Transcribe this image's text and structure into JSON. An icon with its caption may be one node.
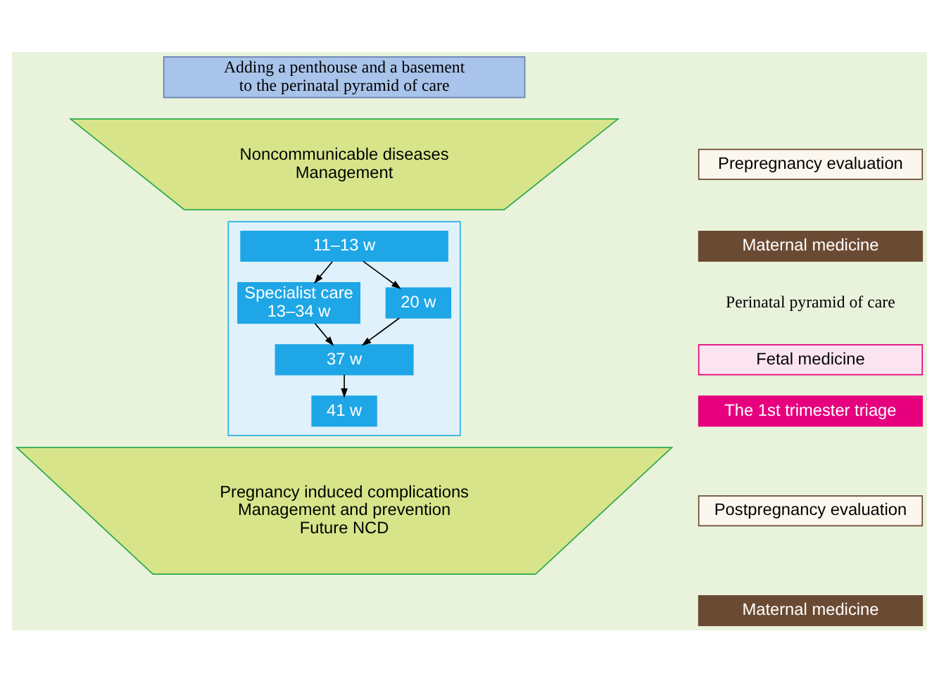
{
  "diagram": {
    "nodes": [
      {
        "text": [
          "Adding a penthouse and a basement to the perinatal pyramid of care"
        ]
      },
      {
        "text": [
          "Prepregnancy evaluation"
        ]
      },
      {
        "text": [
          "Maternal medicine"
        ]
      },
      {
        "text": [
          "Noncommunicable diseases Management"
        ]
      },
      {
        "text": [],
        "shape": "triangle"
      },
      {
        "text": [
          "11–13 w"
        ],
        "in": 4
      },
      {
        "text": [
          "Specialist care 13–34 w"
        ],
        "in": 4
      },
      {
        "text": [
          "20 w"
        ],
        "in": 4
      },
      {
        "text": [
          "37 w"
        ],
        "in": 4
      },
      {
        "text": [
          "41 w"
        ],
        "in": 4
      },
      {
        "text": [
          "Fetal medicine"
        ]
      },
      {
        "text": [
          "The 1st trimester triage"
        ]
      },
      {
        "text": [
          "Postpregnancy evaluation"
        ]
      },
      {
        "text": [
          "Maternal medicine"
        ]
      },
      {
        "text": [
          "Pregnancy induced complications Management and prevention Future NCD"
        ]
      }
    ],
    "edges": [
      {
        "from": 5,
        "to": 6,
        "arrow": "to"
      },
      {
        "from": 5,
        "to": 7,
        "arrow": "to"
      },
      {
        "from": 6,
        "to": 8,
        "arrow": "to"
      },
      {
        "from": 7,
        "to": 8,
        "arrow": "to"
      },
      {
        "from": 8,
        "to": 9,
        "arrow": "to"
      }
    ],
    "labels": [
      "Perinatal pyramid of care"
    ]
  }
}
